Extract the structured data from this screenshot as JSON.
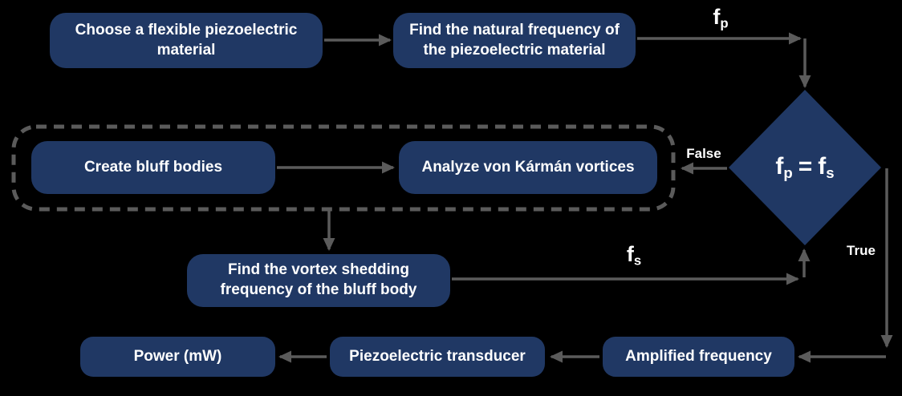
{
  "colors": {
    "background": "#000000",
    "node_fill": "#203864",
    "arrow": "#5b5b5b",
    "text": "#ffffff"
  },
  "nodes": {
    "choose": {
      "label": "Choose a flexible piezoelectric material"
    },
    "find_natural": {
      "label": "Find the natural frequency of the piezoelectric material"
    },
    "create_bluff": {
      "label": "Create bluff bodies"
    },
    "analyze_vortices": {
      "label": "Analyze von Kármán vortices"
    },
    "find_shedding": {
      "label": "Find the vortex shedding frequency of the bluff body"
    },
    "power": {
      "label": "Power (mW)"
    },
    "transducer": {
      "label": "Piezoelectric transducer"
    },
    "amplified": {
      "label": "Amplified frequency"
    }
  },
  "decision": {
    "base1": "f",
    "sub1": "p",
    "operator": "=",
    "base2": "f",
    "sub2": "s"
  },
  "edge_labels": {
    "fp": {
      "base": "f",
      "sub": "p"
    },
    "fs": {
      "base": "f",
      "sub": "s"
    },
    "false": "False",
    "true": "True"
  }
}
